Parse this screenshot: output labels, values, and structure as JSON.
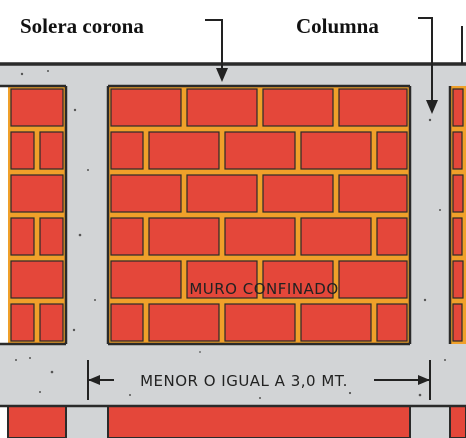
{
  "labels": {
    "solera": "Solera corona",
    "columna": "Columna",
    "muro": "MURO CONFINADO",
    "dimension": "MENOR O IGUAL A 3,0 MT."
  },
  "colors": {
    "brick": "#e4473a",
    "mortar": "#f0a02a",
    "concrete": "#d2d4d6",
    "outline": "#2a2a2a",
    "background": "#ffffff"
  }
}
